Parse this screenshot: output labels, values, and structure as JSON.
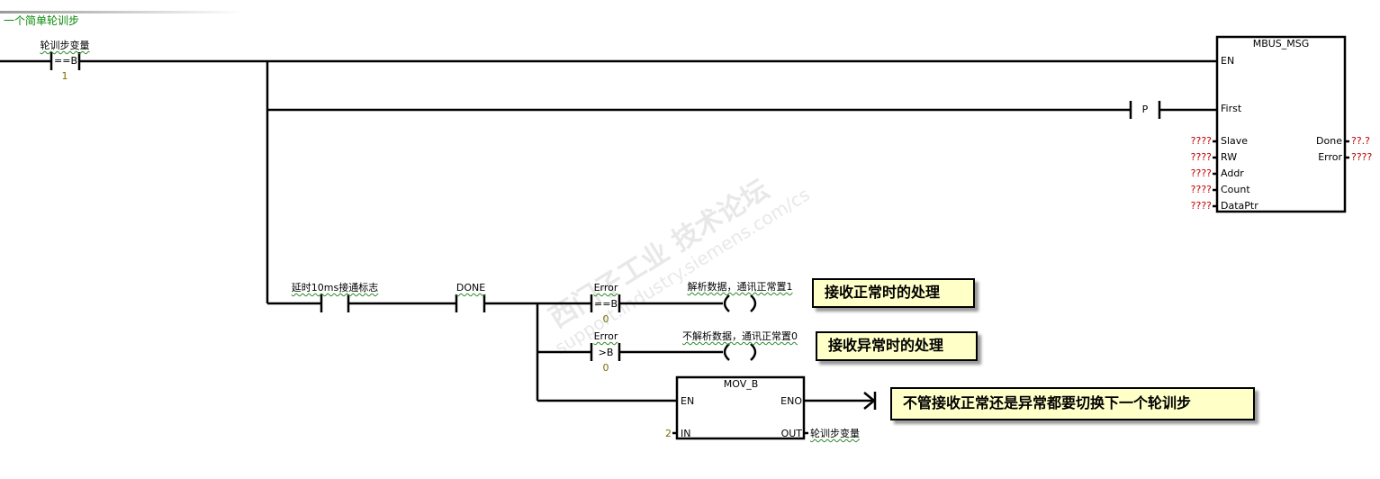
{
  "network": {
    "title": "一个简单轮训步",
    "watermark": {
      "line1": "西门子工业  技术论坛",
      "line2": "support.industry.siemens.com/cs"
    }
  },
  "rung_top": {
    "compare_contact": {
      "operand": "轮训步变量",
      "op": "==B",
      "value": "1"
    },
    "edge_contact": {
      "label": "P"
    }
  },
  "mbus_msg": {
    "name": "MBUS_MSG",
    "inputs": [
      {
        "pin": "EN",
        "value": ""
      },
      {
        "pin": "First",
        "value": ""
      },
      {
        "pin": "Slave",
        "value": "????"
      },
      {
        "pin": "RW",
        "value": "????"
      },
      {
        "pin": "Addr",
        "value": "????"
      },
      {
        "pin": "Count",
        "value": "????"
      },
      {
        "pin": "DataPtr",
        "value": "????"
      }
    ],
    "outputs": [
      {
        "pin": "Done",
        "value": "??.?"
      },
      {
        "pin": "Error",
        "value": "????"
      }
    ]
  },
  "rung_bottom": {
    "contact1": "延时10ms接通标志",
    "contact2": "DONE",
    "cmp1": {
      "operand": "Error",
      "op": "==B",
      "value": "0"
    },
    "cmp2": {
      "operand": "Error",
      "op": ">B",
      "value": "0"
    },
    "coil1": "解析数据，通讯正常置1",
    "coil2": "不解析数据，通讯正常置0",
    "mov_b": {
      "name": "MOV_B",
      "en": "EN",
      "eno": "ENO",
      "in_pin": "IN",
      "out_pin": "OUT",
      "in_value": "2",
      "out_value": "轮训步变量"
    }
  },
  "notes": [
    "接收正常时的处理",
    "接收异常时的处理",
    "不管接收正常还是异常都要切换下一个轮训步"
  ]
}
